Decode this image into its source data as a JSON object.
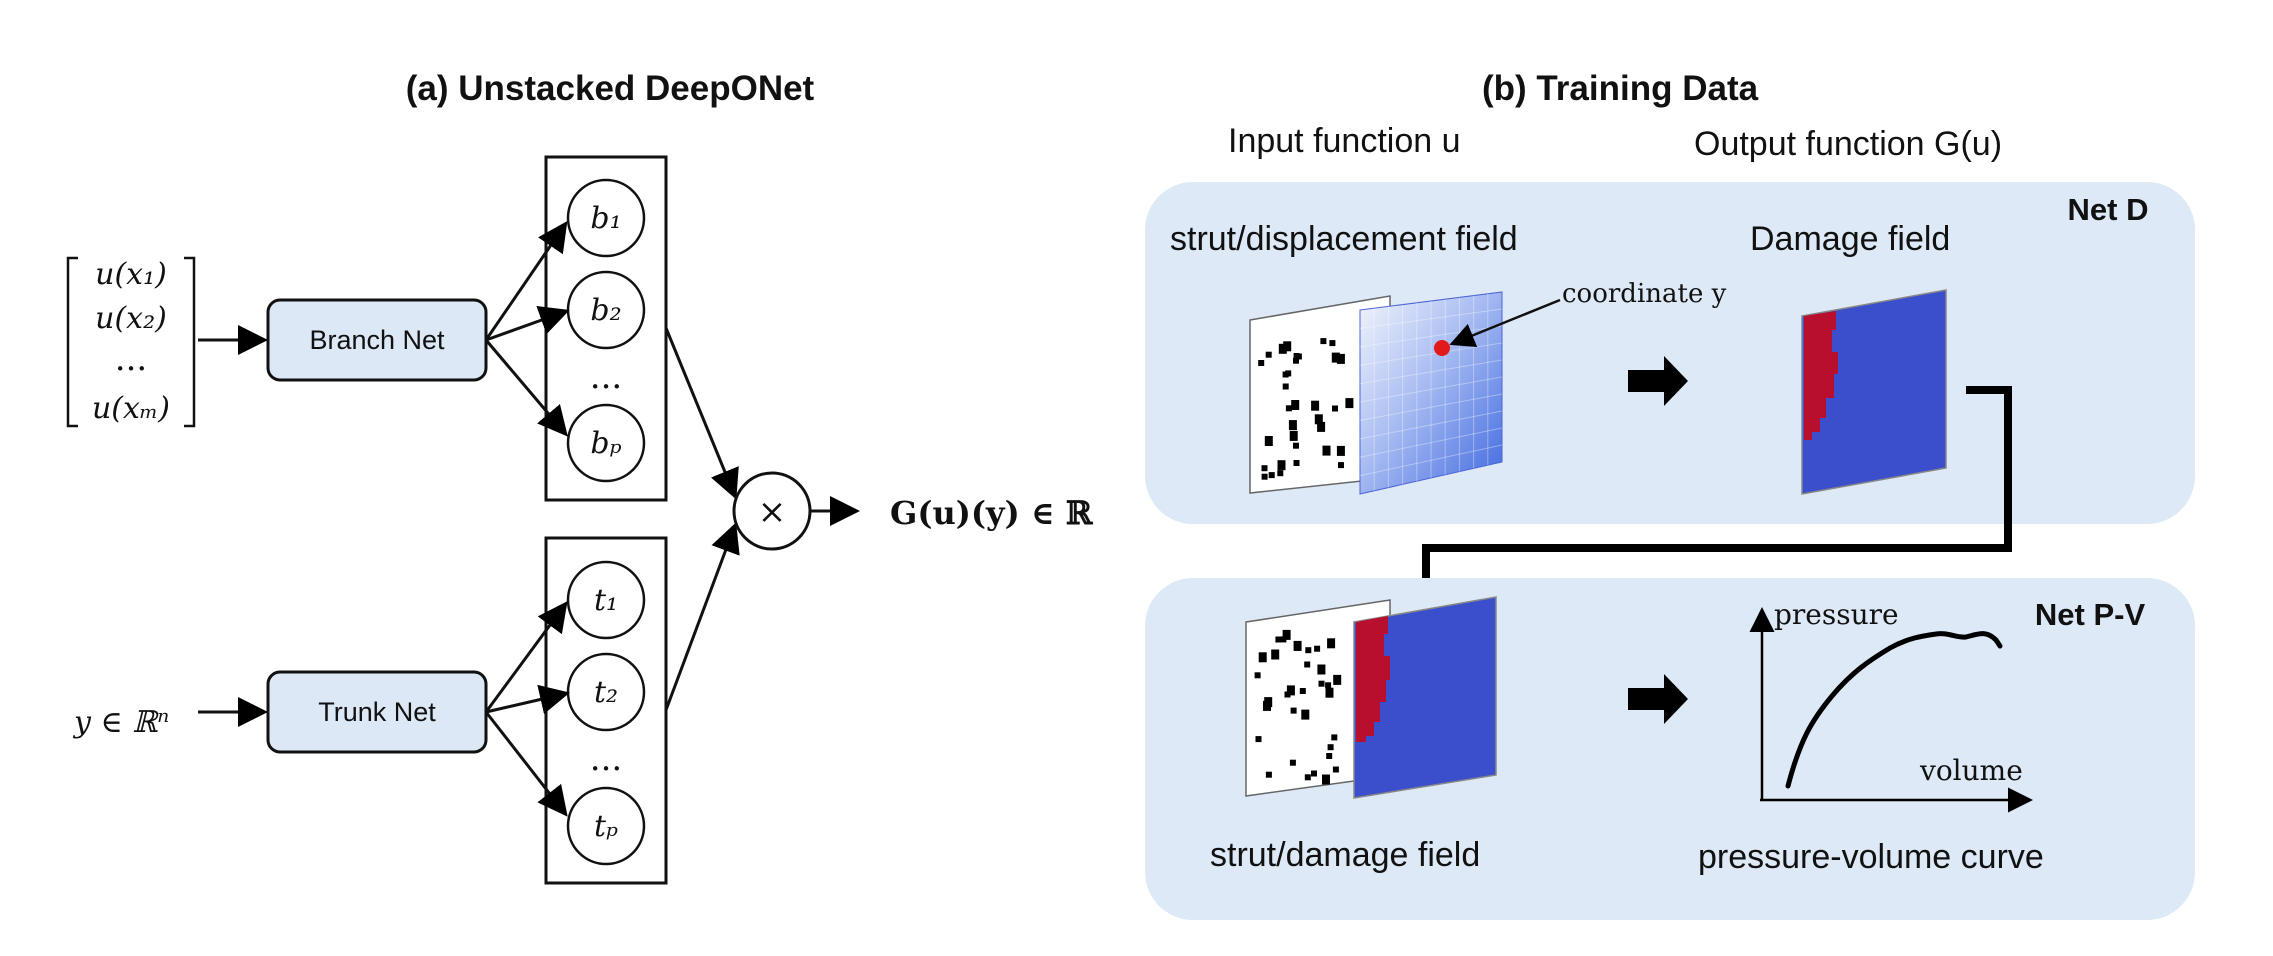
{
  "panel_a": {
    "title": "(a) Unstacked DeepONet",
    "branch_net": "Branch Net",
    "trunk_net": "Trunk Net",
    "input_vector": [
      "u(x₁)",
      "u(x₂)",
      "...",
      "u(xₘ)"
    ],
    "trunk_input": "y ∈ ℝⁿ",
    "branch_nodes": [
      "b₁",
      "b₂",
      "...",
      "bₚ"
    ],
    "trunk_nodes": [
      "t₁",
      "t₂",
      "...",
      "tₚ"
    ],
    "product_symbol": "×",
    "output": "G(u)(y) ∈ ℝ"
  },
  "panel_b": {
    "title": "(b) Training Data",
    "input_function_header": "Input function u",
    "output_function_header": "Output function G(u)",
    "net_d": {
      "label": "Net D",
      "input_caption": "strut/displacement field",
      "coordinate_label": "coordinate y",
      "output_caption": "Damage field"
    },
    "net_pv": {
      "label": "Net P-V",
      "input_caption": "strut/damage field",
      "output_caption": "pressure-volume curve",
      "y_axis_label": "pressure",
      "x_axis_label": "volume"
    }
  },
  "colors": {
    "box_fill": "#dce8f5",
    "panel_fill": "#dde9f6",
    "damage_blue": "#3b4fcc",
    "damage_red": "#b80f2e",
    "point_red": "#e31a1c"
  }
}
